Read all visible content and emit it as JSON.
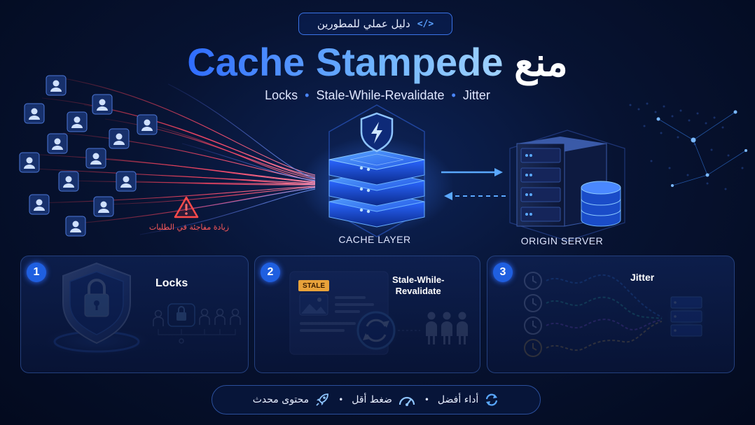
{
  "badge": {
    "text": "دليل عملي للمطورين",
    "code_icon": "code-icon",
    "code_text": "</>"
  },
  "title": {
    "english": "Cache Stampede",
    "arabic": "منع"
  },
  "subtitle": {
    "items": [
      "Locks",
      "Stale-While-Revalidate",
      "Jitter"
    ]
  },
  "diagram": {
    "surge_label": "زيادة مفاجئة في الطلبات",
    "cache_label": "CACHE LAYER",
    "origin_label": "ORIGIN SERVER"
  },
  "cards": [
    {
      "number": "1",
      "title": "Locks"
    },
    {
      "number": "2",
      "title_line1": "Stale-While-",
      "title_line2": "Revalidate",
      "stale_tag": "STALE"
    },
    {
      "number": "3",
      "title": "Jitter"
    }
  ],
  "footer": {
    "items": [
      {
        "label": "أداء أفضل",
        "icon": "refresh-icon"
      },
      {
        "label": "ضغط أقل",
        "icon": "gauge-icon"
      },
      {
        "label": "محتوى محدث",
        "icon": "rocket-icon"
      }
    ],
    "separator": "•"
  },
  "colors": {
    "accent": "#2f6cff",
    "danger": "#ff4a4a",
    "background": "#040b22",
    "jitter": [
      "#2f8cff",
      "#2fe0b0",
      "#b05aff",
      "#ffc23a"
    ]
  }
}
